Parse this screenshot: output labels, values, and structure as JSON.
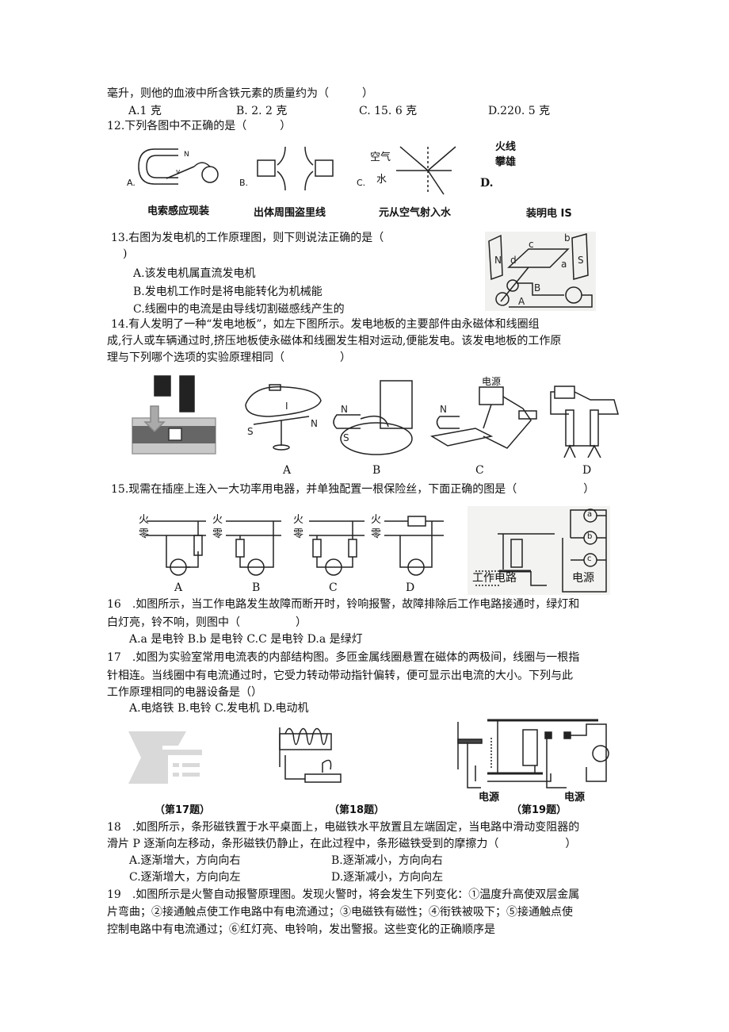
{
  "q11": {
    "tail": "毫升，则他的血液中所含铁元素的质量约为（　　　）",
    "options": [
      "A.1 克",
      "B. 2. 2 克",
      "C. 15. 6 克",
      "D.220. 5 克"
    ]
  },
  "q12": {
    "stem": "12.下列各图中不正确的是（　　　）",
    "fig_letters": [
      "A.",
      "B.",
      "C.",
      "D."
    ],
    "captions": [
      "电索感应现装",
      "出体周围盗里线",
      "元从空气射入水",
      "装明电 IS"
    ],
    "fig_labels": {
      "n": "N",
      "v": "v",
      "air": "空气",
      "water": "水",
      "d_line1": "火线",
      "d_line2": "攀雄"
    }
  },
  "q13": {
    "stem": "13.右图为发电机的工作原理图，则下则说法正确的是（",
    "close": ")",
    "options": [
      "A.该发电机属直流发电机",
      "B.发电机工作时是将电能转化为机械能",
      "C.线圈中的电流是由导线切割磁感线产生的"
    ],
    "fig_labels": {
      "n": "N",
      "s": "S",
      "a": "a",
      "b": "b",
      "c": "c",
      "d": "d",
      "A": "A",
      "B": "B"
    }
  },
  "q14": {
    "lines": [
      "14.有人发明了一种“发电地板”，如左下图所示。发电地板的主要部件由永磁体和线圈组",
      "成,行人或车辆通过时,挤压地板使永磁体和线圈发生相对运动,便能发电。该发电地板的工作原",
      "理与下列哪个选项的实验原理相同（　　　　　）"
    ],
    "fig_letters": [
      "A",
      "B",
      "C",
      "D"
    ],
    "fig_labels": {
      "power": "电源",
      "n": "N",
      "s": "S",
      "i": "I"
    }
  },
  "q15": {
    "stem": "15.现需在插座上连入一大功率用电器，并单独配置一根保险丝，下面正确的图是（　　　　　　）",
    "fire": "火",
    "zero": "零",
    "fig_letters": [
      "A",
      "B",
      "C",
      "D"
    ]
  },
  "q16": {
    "lines": [
      "16　.如图所示，当工作电路发生故障而断开时，铃响报警，故障排除后工作电路接通时，绿灯和",
      "白灯亮，铃不响，则图中（　　　　　）"
    ],
    "options": "A.a 是电铃 B.b 是电铃 C.C 是电铃 D.a 是绿灯",
    "fig_labels": {
      "work": "工作电路",
      "power": "电源",
      "a": "a",
      "b": "b",
      "c": "c"
    }
  },
  "q17": {
    "lines": [
      "17　.如图为实验室常用电流表的内部结构图。多匝金属线圈悬置在磁体的两极间，线圈与一根指",
      "针相连。当线圈中有电流通过时，它受力转动带动指针偏转，便可显示出电流的大小。下列与此",
      "工作原理相同的电器设备是（）"
    ],
    "options": "A.电烙铁 B.电铃 C.发电机 D.电动机"
  },
  "figure_captions": [
    "（第17题）",
    "（第18题）",
    "（第19题）"
  ],
  "q19_power": [
    "电源",
    "电源"
  ],
  "q18": {
    "lines": [
      "18　.如图所示，条形磁铁置于水平桌面上，电磁铁水平放置且左端固定，当电路中滑动变阻器的",
      "滑片 P 逐渐向左移动，条形磁铁仍静止，在此过程中，条形磁铁受到的摩擦力（　　　　　　）"
    ],
    "options": [
      "A.逐渐增大，方向向右",
      "B.逐渐减小，方向向右",
      "C.逐渐增大，方向向左",
      "D.逐渐减小，方向向左"
    ]
  },
  "q19": {
    "lines": [
      "19　.如图所示是火警自动报警原理图。发现火警时，将会发生下列变化：①温度升高使双层金属",
      "片弯曲；②接通触点使工作电路中有电流通过；③电磁铁有磁性；④衔铁被吸下；⑤接通触点使",
      "控制电路中有电流通过；⑥红灯亮、电铃响，发出警报。这些变化的正确顺序是"
    ]
  }
}
